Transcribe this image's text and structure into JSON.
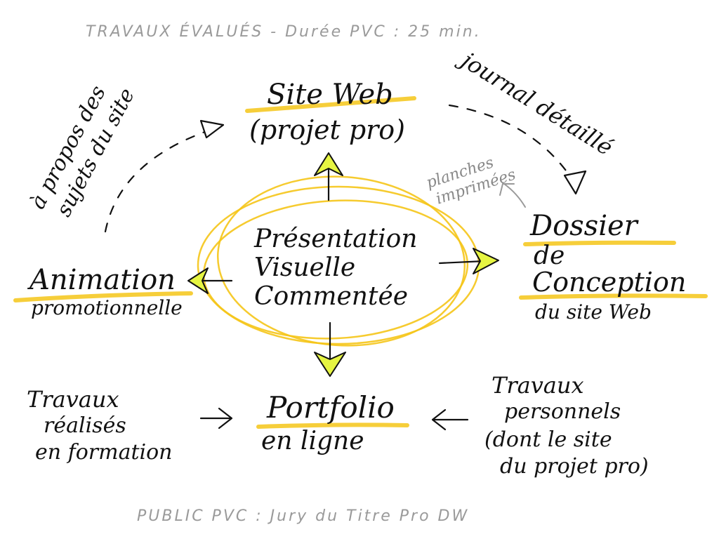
{
  "header": {
    "text": "TRAVAUX ÉVALUÉS - Durée PVC : 25 min."
  },
  "footer": {
    "text": "PUBLIC PVC : Jury du Titre Pro DW"
  },
  "center": {
    "line1": "Présentation",
    "line2": "Visuelle",
    "line3": "Commentée"
  },
  "site_web": {
    "line1": "Site Web",
    "line2": "(projet pro)"
  },
  "dossier": {
    "line1": "Dossier",
    "line2": "de",
    "line3": "Conception",
    "line4": "du site Web"
  },
  "animation": {
    "line1": "Animation",
    "line2": "promotionnelle"
  },
  "portfolio": {
    "line1": "Portfolio",
    "line2": "en ligne"
  },
  "notes": {
    "a_propos_1": "à propos des",
    "a_propos_2": "sujets du site",
    "journal": "journal détaillé",
    "planches_1": "planches",
    "planches_2": "imprimées",
    "formation_1": "Travaux",
    "formation_2": "réalisés",
    "formation_3": "en formation",
    "perso_1": "Travaux",
    "perso_2": "personnels",
    "perso_3": "(dont le site",
    "perso_4": "du projet pro)"
  },
  "colors": {
    "highlight": "#f5c518",
    "arrow_fill": "#e6f542",
    "ink": "#111111",
    "muted": "#9a9a9a"
  }
}
